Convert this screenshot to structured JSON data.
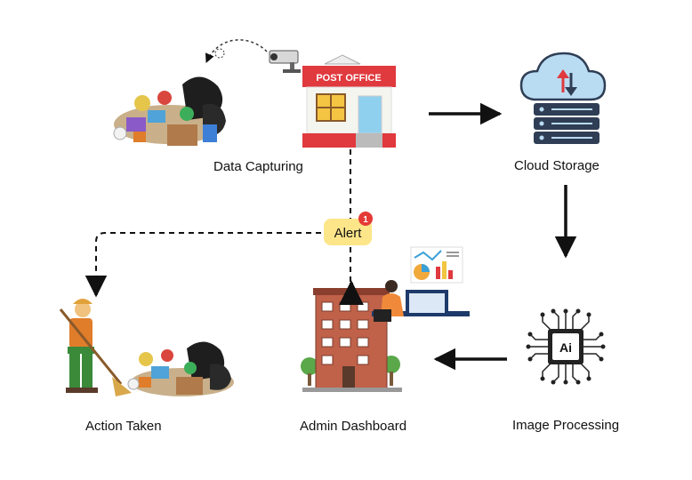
{
  "nodes": {
    "data_capturing": "Data Capturing",
    "cloud_storage": "Cloud Storage",
    "image_processing": "Image Processing",
    "admin_dashboard": "Admin Dashboard",
    "action_taken": "Action Taken"
  },
  "post_office_sign": "POST OFFICE",
  "alert": {
    "label": "Alert",
    "count": "1"
  },
  "ai_chip_label": "Ai",
  "colors": {
    "arrow": "#111111",
    "post_office_red": "#e0393e",
    "cloud_blue": "#b9dcf3",
    "server_dark": "#2f3e55",
    "alert_badge": "#e53935",
    "alert_bg": "#fde58a",
    "building": "#c0614a"
  }
}
